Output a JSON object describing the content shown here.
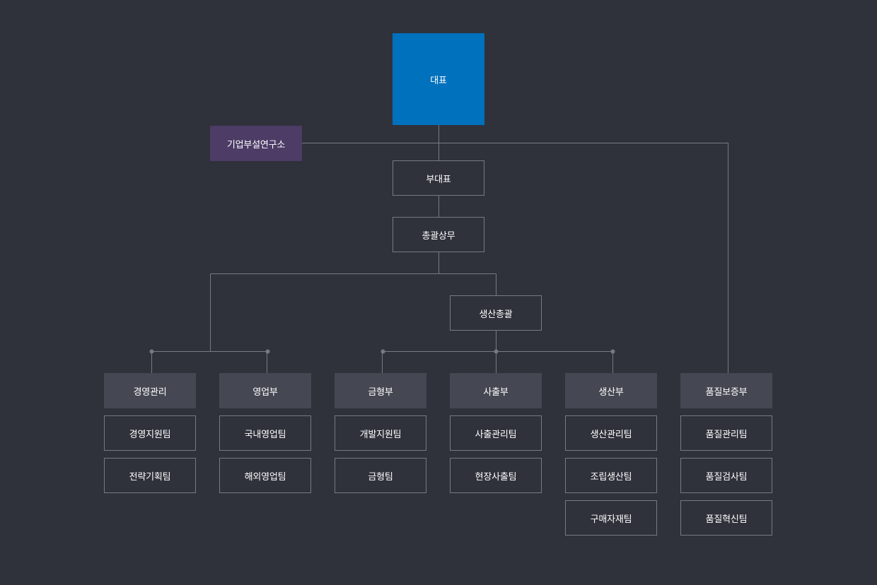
{
  "org": {
    "ceo": "대표",
    "research_lab": "기업부설연구소",
    "vice_ceo": "부대표",
    "general_director": "총괄상무",
    "production_head": "생산총괄",
    "departments": [
      {
        "name": "경영관리",
        "teams": [
          "경영지원팀",
          "전략기획팀"
        ]
      },
      {
        "name": "영업부",
        "teams": [
          "국내영업팀",
          "해외영업팀"
        ]
      },
      {
        "name": "금형부",
        "teams": [
          "개발지원팀",
          "금형팀"
        ]
      },
      {
        "name": "사출부",
        "teams": [
          "사출관리팀",
          "현장사출팀"
        ]
      },
      {
        "name": "생산부",
        "teams": [
          "생산관리팀",
          "조립생산팀",
          "구매자재팀"
        ]
      },
      {
        "name": "품질보증부",
        "teams": [
          "품질관리팀",
          "품질검사팀",
          "품질혁신팀"
        ]
      }
    ]
  },
  "colors": {
    "background": "#2f313b",
    "ceo_box": "#0071bc",
    "lab_box": "#4c3c66",
    "dept_box": "#454852",
    "line": "#777a83"
  }
}
